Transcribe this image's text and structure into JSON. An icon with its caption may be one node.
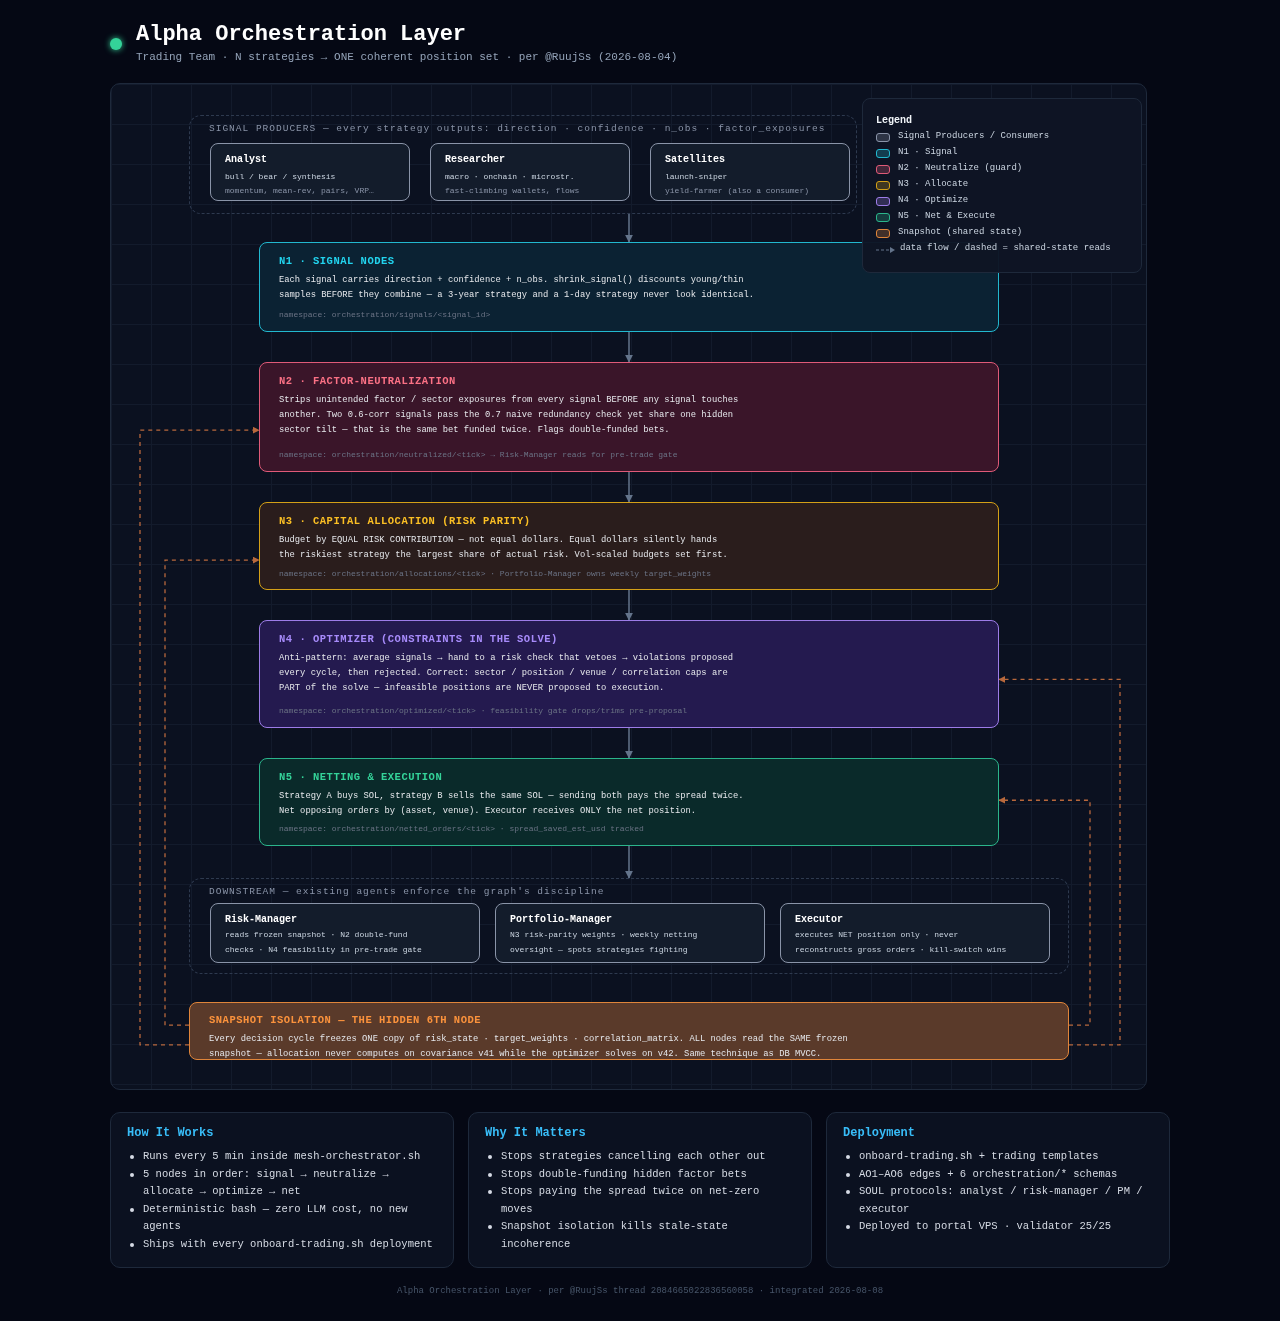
{
  "diagram": {
    "title": "Alpha Orchestration Layer",
    "nodes": [
      {
        "text": [
          "SIGNAL PRODUCERS — every strategy outputs: direction · confidence · n_obs · factor_exposures"
        ]
      },
      {
        "text": [
          "Analyst",
          "bull / bear / synthesis",
          "momentum, mean-rev, pairs, VRP…"
        ],
        "in": 0
      },
      {
        "text": [
          "Researcher",
          "macro · onchain · microstr.",
          "fast-climbing wallets, flows"
        ],
        "in": 0
      },
      {
        "text": [
          "Satellites",
          "launch-sniper",
          "yield-farmer (also a consumer)"
        ],
        "in": 0
      },
      {
        "text": [
          "N1 · SIGNAL NODES",
          "Each signal carries direction + confidence + n_obs. shrink_signal() discounts young/thin samples BEFORE they combine — a 3-year strategy and a 1-day strategy never look identical.",
          "namespace: orchestration/signals/<signal_id>"
        ]
      },
      {
        "text": [
          "N2 · FACTOR-NEUTRALIZATION",
          "Strips unintended factor / sector exposures from every signal BEFORE any signal touches another. Two 0.6-corr signals pass the 0.7 naive redundancy check yet share one hidden sector tilt — that is the same bet funded twice. Flags double-funded bets.",
          "namespace: orchestration/neutralized/<tick> → Risk-Manager reads for pre-trade gate"
        ]
      },
      {
        "text": [
          "N3 · CAPITAL ALLOCATION (RISK PARITY)",
          "Budget by EQUAL RISK CONTRIBUTION — not equal dollars. Equal dollars silently hands the riskiest strategy the largest share of actual risk. Vol-scaled budgets set first.",
          "namespace: orchestration/allocations/<tick> · Portfolio-Manager owns weekly target_weights"
        ]
      },
      {
        "text": [
          "N4 · OPTIMIZER (CONSTRAINTS IN THE SOLVE)",
          "Anti-pattern: average signals → hand to a risk check that vetoes → violations proposed every cycle, then rejected. Correct: sector / position / venue / correlation caps are PART of the solve — infeasible positions are NEVER proposed to execution.",
          "namespace: orchestration/optimized/<tick> · feasibility gate drops/trims pre-proposal"
        ]
      },
      {
        "text": [
          "N5 · NETTING & EXECUTION",
          "Strategy A buys SOL, strategy B sells the same SOL — sending both pays the spread twice. Net opposing orders by (asset, venue). Executor receives ONLY the net position.",
          "namespace: orchestration/netted_orders/<tick> · spread_saved_est_usd tracked"
        ]
      },
      {
        "text": [
          "DOWNSTREAM — existing agents enforce the graph's discipline"
        ]
      },
      {
        "text": [
          "Risk-Manager",
          "reads frozen snapshot · N2 double-fund checks · N4 feasibility in pre-trade gate"
        ],
        "in": 9
      },
      {
        "text": [
          "Portfolio-Manager",
          "N3 risk-parity weights · weekly netting oversight — spots strategies fighting"
        ],
        "in": 9
      },
      {
        "text": [
          "Executor",
          "executes NET position only · never reconstructs gross orders · kill-switch wins"
        ],
        "in": 9
      },
      {
        "text": [
          "SNAPSHOT ISOLATION — THE HIDDEN 6TH NODE",
          "Every decision cycle freezes ONE copy of risk_state · target_weights · correlation_matrix. ALL nodes read the SAME frozen snapshot — allocation never computes on covariance v41 while the optimizer solves on v42. Same technique as DB MVCC."
        ]
      },
      {
        "text": [
          "How It Works",
          "Runs every 5 min inside mesh-orchestrator.sh",
          "5 nodes in order: signal → neutralize → allocate → optimize → net",
          "Deterministic bash — zero LLM cost, no new agents",
          "Ships with every onboard-trading.sh deployment"
        ]
      },
      {
        "text": [
          "Why It Matters",
          "Stops strategies cancelling each other out",
          "Stops double-funding hidden factor bets",
          "Stops paying the spread twice on net-zero moves",
          "Snapshot isolation kills stale-state incoherence"
        ]
      },
      {
        "text": [
          "Deployment",
          "onboard-trading.sh + trading templates",
          "AO1–AO6 edges + 6 orchestration/* schemas",
          "SOUL protocols: analyst / risk-manager / PM / executor",
          "Deployed to portal VPS · validator 25/25"
        ]
      }
    ],
    "edges": [
      {
        "from": 0,
        "to": 4,
        "arrow": "to"
      },
      {
        "from": 4,
        "to": 5,
        "arrow": "to"
      },
      {
        "from": 5,
        "to": 6,
        "arrow": "to"
      },
      {
        "from": 6,
        "to": 7,
        "arrow": "to"
      },
      {
        "from": 7,
        "to": 8,
        "arrow": "to"
      },
      {
        "from": 8,
        "to": 9,
        "arrow": "to"
      },
      {
        "from": 13,
        "to": 5,
        "arrow": "to",
        "style": "dashed",
        "color": "#b8683c"
      },
      {
        "from": 13,
        "to": 6,
        "arrow": "to",
        "style": "dashed",
        "color": "#b8683c"
      },
      {
        "from": 13,
        "to": 7,
        "arrow": "to",
        "style": "dashed",
        "color": "#b8683c"
      },
      {
        "from": 13,
        "to": 8,
        "arrow": "to",
        "style": "dashed",
        "color": "#b8683c"
      }
    ],
    "labels": [
      "Trading Team · N strategies → ONE coherent position set · per @RuujSs (2026-08-04)",
      "Legend",
      "Alpha Orchestration Layer · per @RuujSs thread 2084665022836560058 · integrated 2026-08-08"
    ],
    "legend": [
      {
        "text": "Signal Producers / Consumers",
        "color": "#8a94a8"
      },
      {
        "text": "N1 · Signal",
        "color": "#22b8cf"
      },
      {
        "text": "N2 · Neutralize (guard)",
        "color": "#e05a78"
      },
      {
        "text": "N3 · Allocate",
        "color": "#d4a017"
      },
      {
        "text": "N4 · Optimize",
        "color": "#9d7ce8"
      },
      {
        "text": "N5 · Net & Execute",
        "color": "#2bb58b"
      },
      {
        "text": "Snapshot (shared state)",
        "color": "#e0853a"
      },
      {
        "text": "data flow / dashed = shared-state reads"
      }
    ]
  }
}
